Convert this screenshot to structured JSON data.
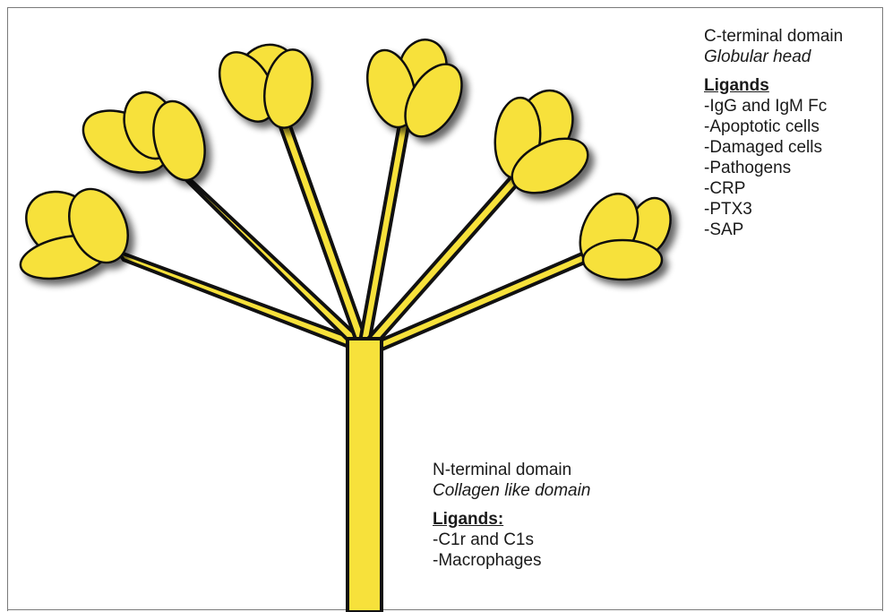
{
  "c_terminal": {
    "title": "C-terminal domain",
    "subtitle": "Globular head",
    "ligands_heading": "Ligands",
    "ligands": [
      "-IgG and IgM Fc",
      "-Apoptotic cells",
      "-Damaged cells",
      "-Pathogens",
      "-CRP",
      "-PTX3",
      "-SAP"
    ]
  },
  "n_terminal": {
    "title": "N-terminal domain",
    "subtitle": "Collagen like domain",
    "ligands_heading": "Ligands:",
    "ligands": [
      "-C1r and C1s",
      "-Macrophages"
    ]
  },
  "colors": {
    "fill": "#f7e13b",
    "outline": "#111111",
    "shadow": "#333333"
  }
}
